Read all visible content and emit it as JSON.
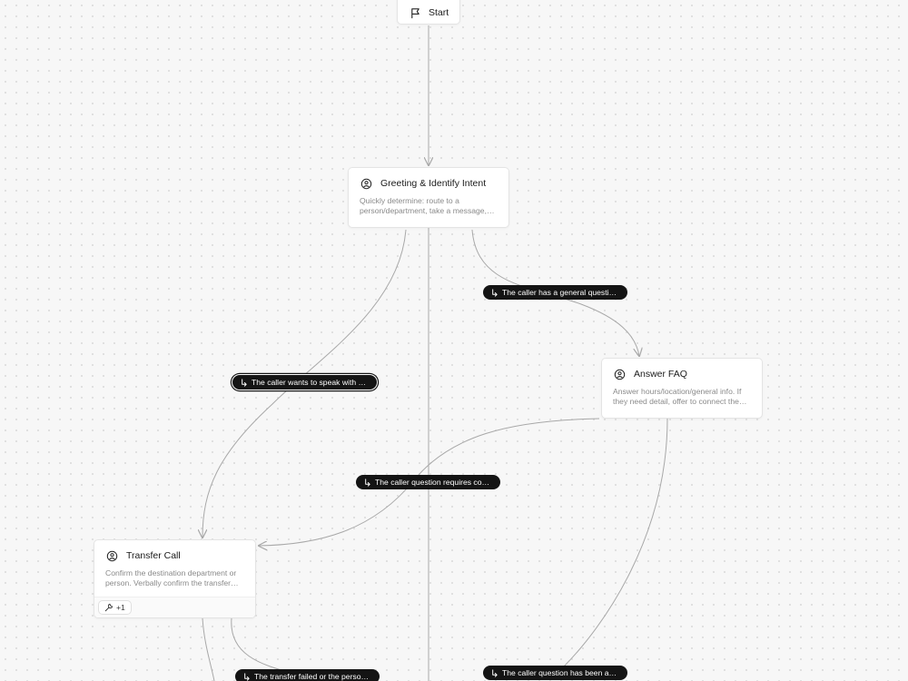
{
  "nodes": {
    "start": {
      "title": "Start",
      "icon": "flag-icon"
    },
    "greeting": {
      "title": "Greeting & Identify Intent",
      "icon": "agent-face-icon",
      "description": "Quickly determine: route to a person/department, take a message,…"
    },
    "faq": {
      "title": "Answer FAQ",
      "icon": "agent-face-icon",
      "description": "Answer hours/location/general info. If they need detail, offer to connect the…"
    },
    "transfer": {
      "title": "Transfer Call",
      "icon": "agent-face-icon",
      "description": "Confirm the destination department or person. Verbally confirm the transfer…",
      "tools_badge": "+1",
      "tools_icon": "tool-wrench-icon"
    }
  },
  "edge_labels": {
    "to_faq": "The caller has a general questi…",
    "to_transfer": "The caller wants to speak with …",
    "faq_to_transfer": "The caller question requires co…",
    "transfer_failed": "The transfer failed or the perso…",
    "faq_answered": "The caller question has been a…"
  },
  "colors": {
    "canvas": "#f7f7f7",
    "edge": "#a8a8a8",
    "label_bg": "#141414",
    "label_text": "#ffffff",
    "node_border": "#e4e4e4"
  }
}
